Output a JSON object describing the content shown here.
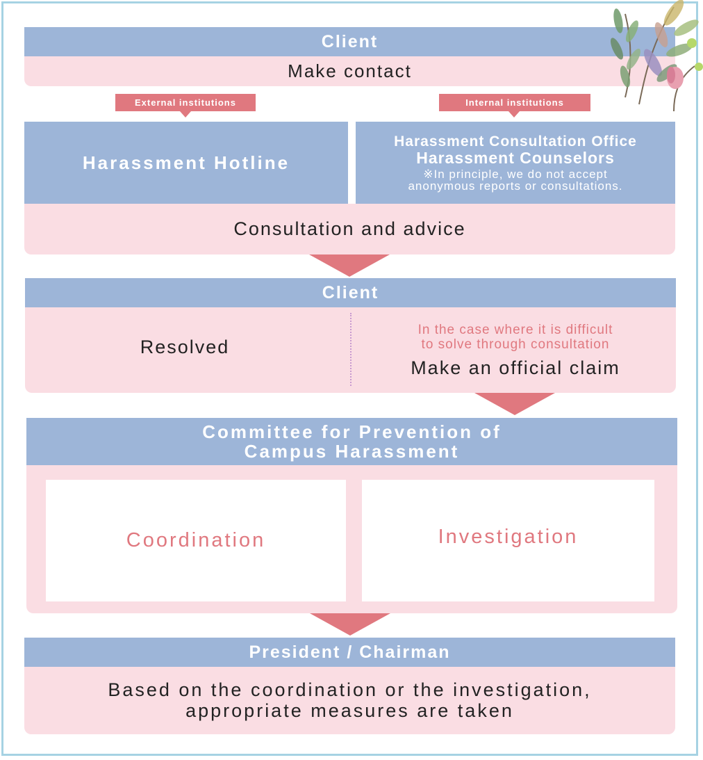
{
  "step1": {
    "header": "Client",
    "body": "Make contact"
  },
  "tags": {
    "external": "External institutions",
    "internal": "Internal institutions"
  },
  "step2": {
    "left_title": "Harassment Hotline",
    "right_line1": "Harassment Consultation Office",
    "right_line2": "Harassment Counselors",
    "right_note_line1": "※In principle, we do not accept",
    "right_note_line2": "anonymous reports or consultations.",
    "body": "Consultation and advice"
  },
  "step3": {
    "header": "Client",
    "left": "Resolved",
    "right_note_line1": "In the case where it is difficult",
    "right_note_line2": "to solve through consultation",
    "right_main": "Make an official claim"
  },
  "step4": {
    "header_line1": "Committee for Prevention of",
    "header_line2": "Campus Harassment",
    "left_box": "Coordination",
    "right_box": "Investigation"
  },
  "step5": {
    "header": "President / Chairman",
    "body_line1": "Based on the coordination or the investigation,",
    "body_line2": "appropriate measures are taken"
  },
  "colors": {
    "blue": "#9db5d8",
    "pink": "#fadde3",
    "accent": "#e0787f",
    "border": "#a6d2e3"
  },
  "decoration": "leaf-illustration"
}
